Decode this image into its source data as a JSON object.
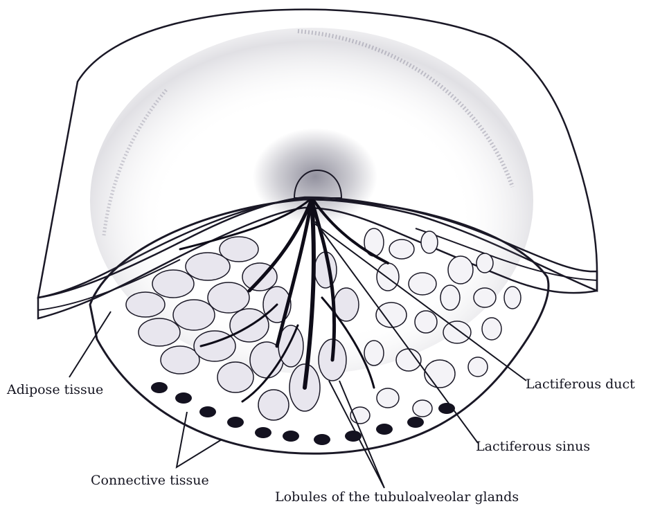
{
  "figure": {
    "labels": {
      "adipose": "Adipose tissue",
      "connective": "Connective tissue",
      "lobules": "Lobules of the tubuloalveolar glands",
      "duct": "Lactiferous duct",
      "sinus": "Lactiferous sinus"
    }
  }
}
